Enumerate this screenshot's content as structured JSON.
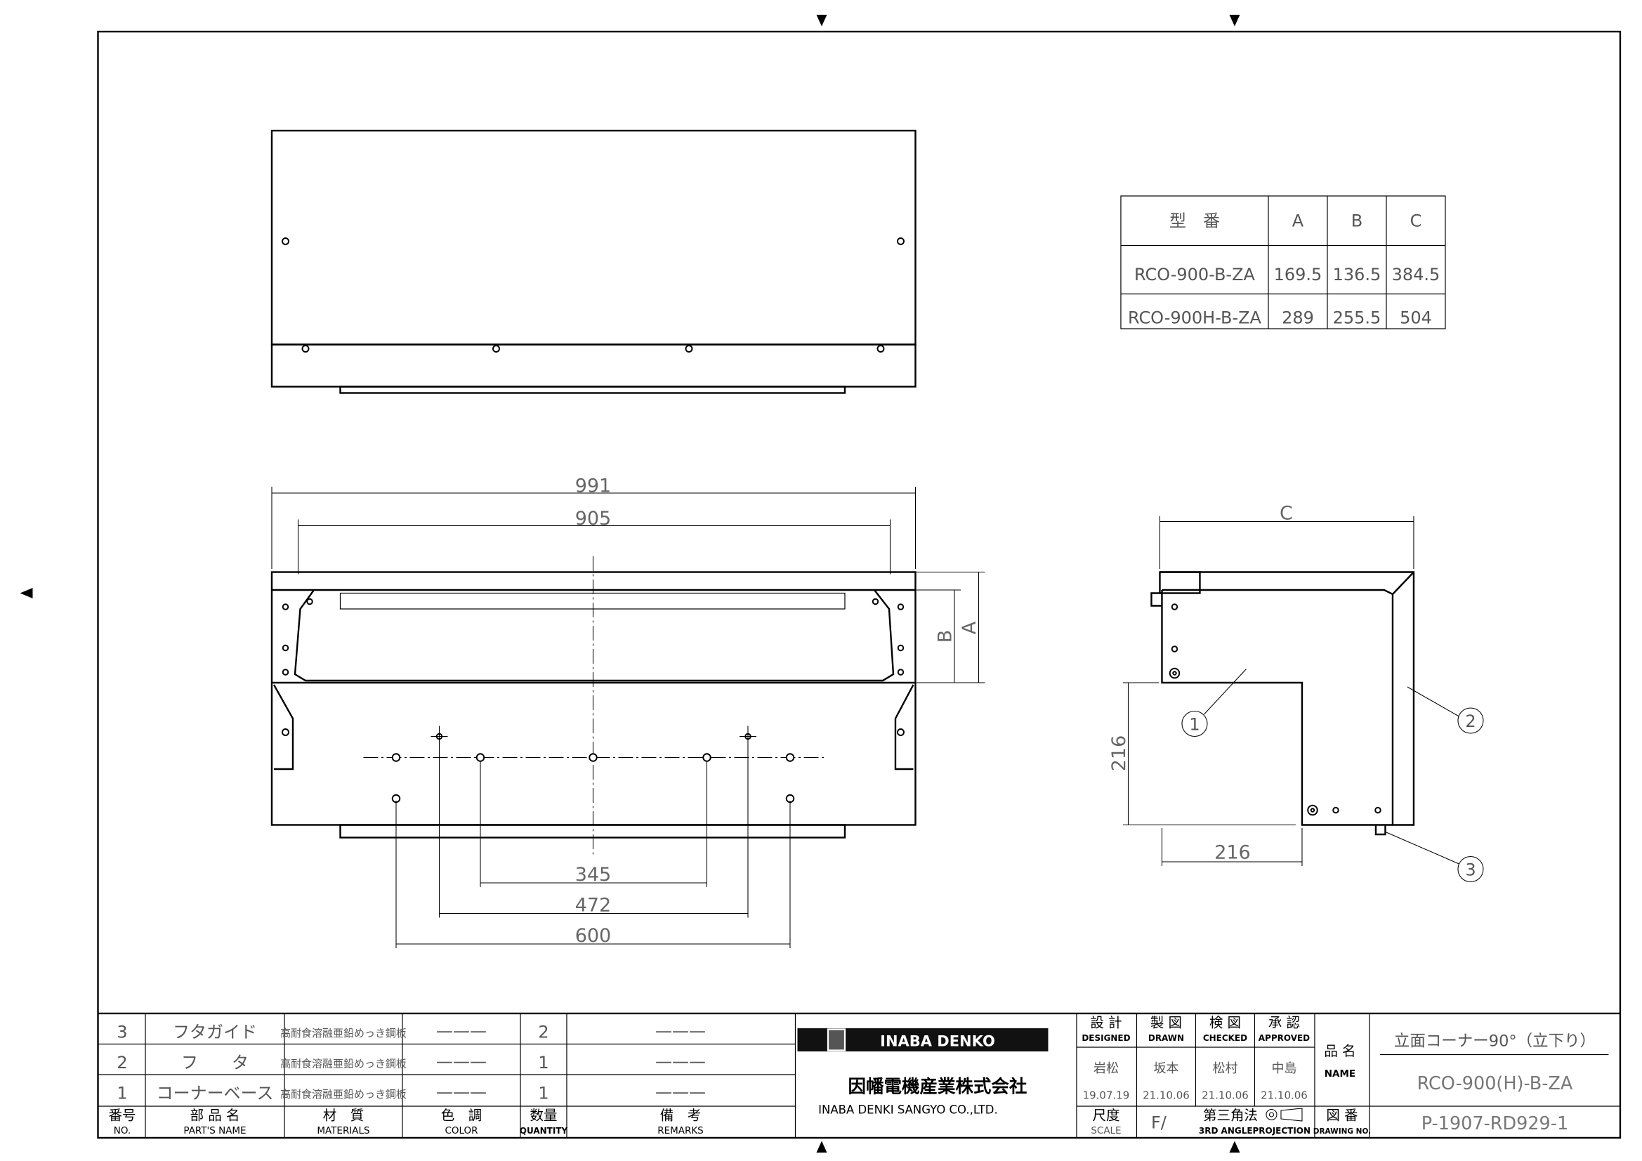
{
  "dimensions": {
    "d991": "991",
    "d905": "905",
    "d345": "345",
    "d472": "472",
    "d600": "600",
    "A": "A",
    "B": "B",
    "C": "C",
    "d216v": "216",
    "d216h": "216"
  },
  "balloons": [
    "1",
    "2",
    "3"
  ],
  "size_table": {
    "headers": [
      "型　番",
      "A",
      "B",
      "C"
    ],
    "rows": [
      [
        "RCO-900-B-ZA",
        "169.5",
        "136.5",
        "384.5"
      ],
      [
        "RCO-900H-B-ZA",
        "289",
        "255.5",
        "504"
      ]
    ]
  },
  "parts": {
    "rows": [
      {
        "no": "3",
        "name": "フタガイド",
        "material": "高耐食溶融亜鉛めっき鋼板",
        "color": "———",
        "qty": "2",
        "remarks": "———"
      },
      {
        "no": "2",
        "name": "フ　　タ",
        "material": "高耐食溶融亜鉛めっき鋼板",
        "color": "———",
        "qty": "1",
        "remarks": "———"
      },
      {
        "no": "1",
        "name": "コーナーベース",
        "material": "高耐食溶融亜鉛めっき鋼板",
        "color": "———",
        "qty": "1",
        "remarks": "———"
      }
    ],
    "header": {
      "no": "番号",
      "no_en": "NO.",
      "name": "部 品 名",
      "name_en": "PART'S NAME",
      "material": "材　質",
      "material_en": "MATERIALS",
      "color": "色　調",
      "color_en": "COLOR",
      "qty": "数量",
      "qty_en": "QUANTITY",
      "remarks": "備　考",
      "remarks_en": "REMARKS"
    }
  },
  "company": {
    "logo_text": "INABA DENKO",
    "name_jp": "因幡電機産業株式会社",
    "name_en": "INABA DENKI SANGYO CO.,LTD."
  },
  "signoff": {
    "headers": [
      {
        "jp": "設 計",
        "en": "DESIGNED"
      },
      {
        "jp": "製 図",
        "en": "DRAWN"
      },
      {
        "jp": "検 図",
        "en": "CHECKED"
      },
      {
        "jp": "承 認",
        "en": "APPROVED"
      }
    ],
    "names": [
      "岩松",
      "坂本",
      "松村",
      "中島"
    ],
    "dates": [
      "19.07.19",
      "21.10.06",
      "21.10.06",
      "21.10.06"
    ]
  },
  "scale": {
    "label_jp": "尺度",
    "label_en": "SCALE",
    "value": "F/"
  },
  "projection": {
    "label_jp": "第三角法",
    "label_en": "3RD ANGLEPROJECTION"
  },
  "name_label": {
    "jp": "品 名",
    "en": "NAME"
  },
  "drawing_no_label": {
    "jp": "図 番",
    "en": "DRAWING NO."
  },
  "title": {
    "line1": "立面コーナー90°（立下り）",
    "line2": "RCO-900(H)-B-ZA",
    "drawing_no": "P-1907-RD929-1"
  }
}
